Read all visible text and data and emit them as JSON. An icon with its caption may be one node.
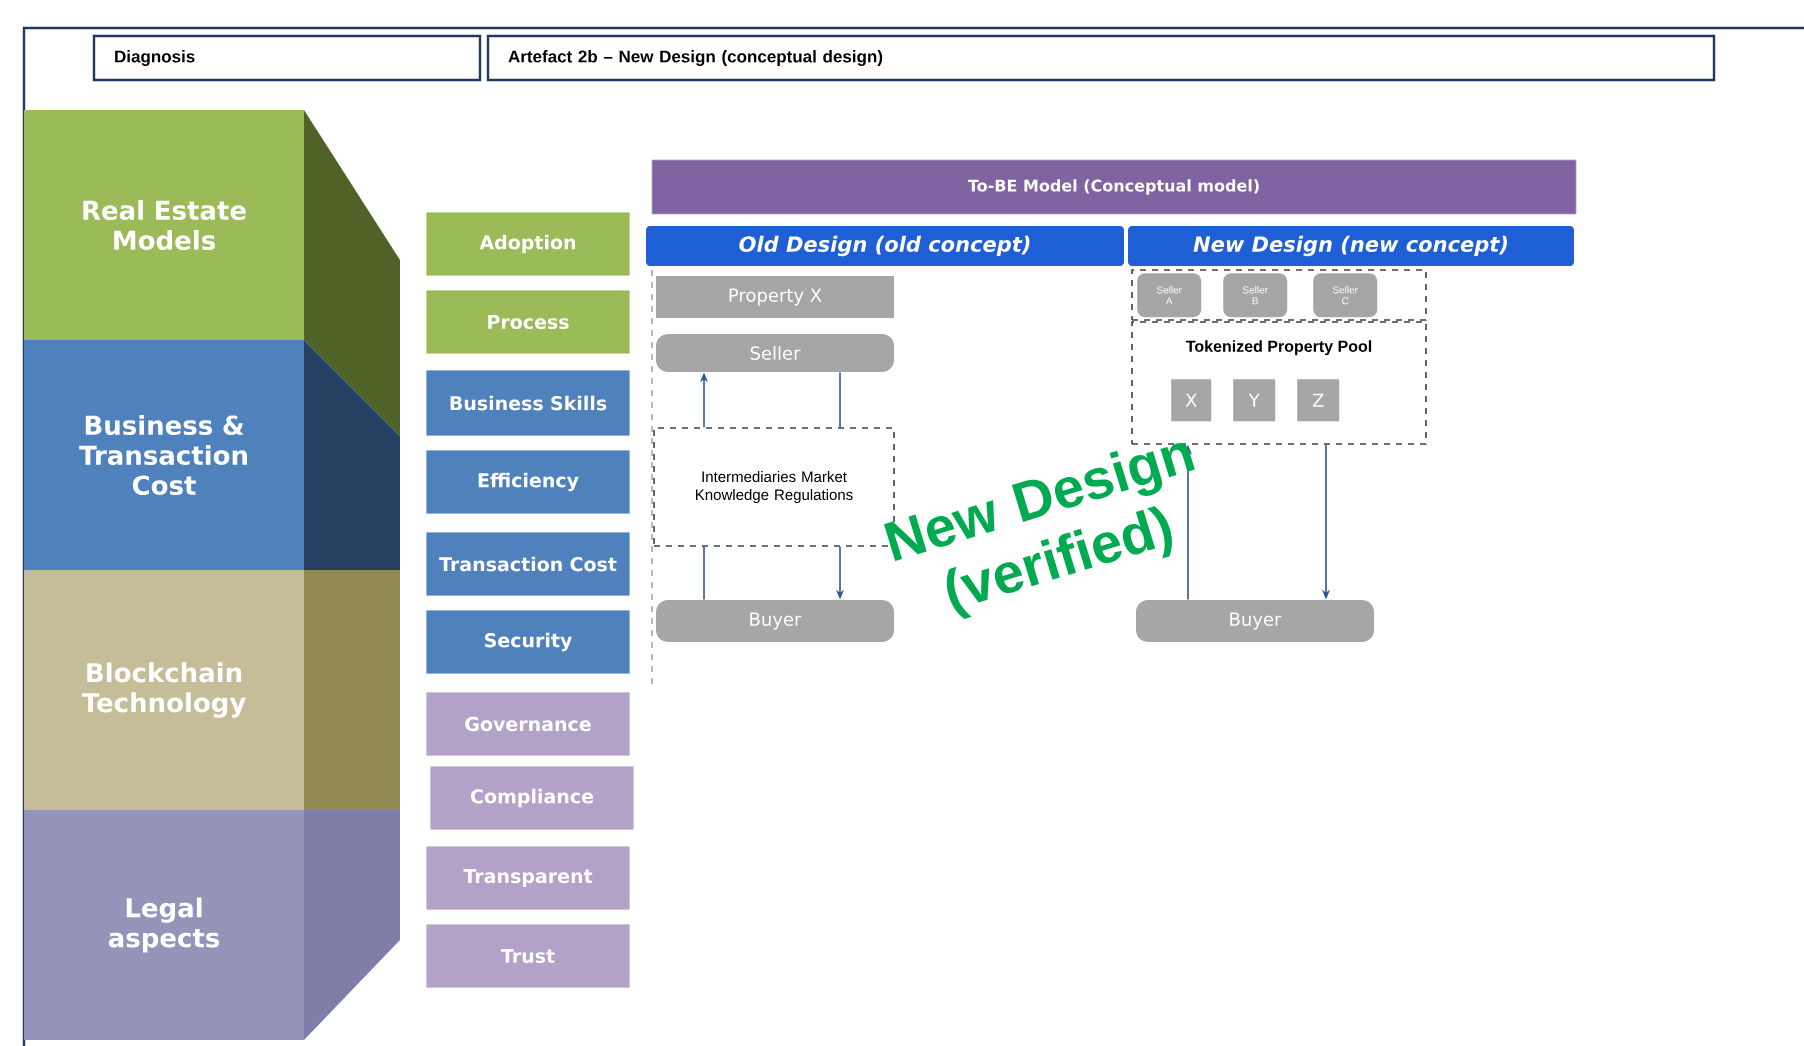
{
  "diagram": {
    "nodes": [
      {
        "text": [
          "Diagnosis"
        ]
      },
      {
        "text": [
          "Artefact 2b – New Design (conceptual design)"
        ]
      },
      {
        "text": [
          "Real Estate Models"
        ]
      },
      {
        "text": [
          "Business & Transaction Cost"
        ]
      },
      {
        "text": [
          "Blockchain Technology"
        ]
      },
      {
        "text": [
          "Legal aspects"
        ]
      },
      {
        "text": [
          "Adoption"
        ]
      },
      {
        "text": [
          "Process"
        ]
      },
      {
        "text": [
          "Business Skills"
        ]
      },
      {
        "text": [
          "Efficiency"
        ]
      },
      {
        "text": [
          "Transaction Cost"
        ]
      },
      {
        "text": [
          "Security"
        ]
      },
      {
        "text": [
          "Governance"
        ]
      },
      {
        "text": [
          "Compliance"
        ]
      },
      {
        "text": [
          "Transparent"
        ]
      },
      {
        "text": [
          "Trust"
        ]
      },
      {
        "text": [
          "To-BE Model (Conceptual model)"
        ]
      },
      {
        "text": [
          "Old Design (old concept)"
        ]
      },
      {
        "text": [
          "New Design (new concept)"
        ]
      },
      {
        "text": [
          "Property X"
        ]
      },
      {
        "text": [
          "Seller"
        ]
      },
      {
        "text": [
          "Intermediaries Market Knowledge Regulations"
        ]
      },
      {
        "text": [
          "Buyer"
        ]
      },
      {
        "text": [],
        "shape": "box"
      },
      {
        "text": [
          "Seller A"
        ],
        "in": 23
      },
      {
        "text": [
          "Seller B"
        ],
        "in": 23
      },
      {
        "text": [
          "Seller C"
        ],
        "in": 23
      },
      {
        "text": [
          "Tokenized Property Pool"
        ]
      },
      {
        "text": [
          "X"
        ],
        "in": 27
      },
      {
        "text": [
          "Y"
        ],
        "in": 27
      },
      {
        "text": [
          "Z"
        ],
        "in": 27
      },
      {
        "text": [
          "Buyer"
        ]
      }
    ],
    "edges": [
      {
        "from": 21,
        "to": 20,
        "arrow": "to"
      },
      {
        "from": 20,
        "to": 21,
        "arrow": "none"
      },
      {
        "from": 22,
        "to": 21,
        "arrow": "none"
      },
      {
        "from": 21,
        "to": 22,
        "arrow": "to"
      },
      {
        "from": 31,
        "to": 27,
        "arrow": "to"
      },
      {
        "from": 27,
        "to": 31,
        "arrow": "to"
      }
    ],
    "labels": [
      "New Design (verified)"
    ]
  }
}
